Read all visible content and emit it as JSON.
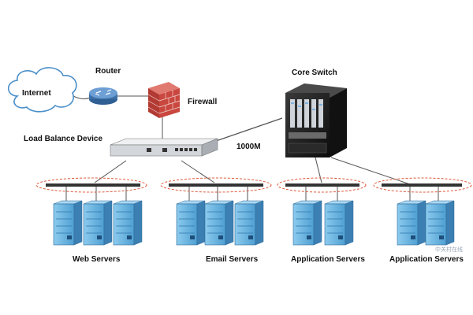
{
  "labels": {
    "internet": "Internet",
    "router": "Router",
    "firewall": "Firewall",
    "load_balance": "Load Balance Device",
    "core_switch": "Core Switch",
    "link_speed": "1000M",
    "web_servers": "Web Servers",
    "email_servers": "Email Servers",
    "application_servers_1": "Application Servers",
    "application_servers_2": "Application Servers",
    "watermark": "中关村在线"
  },
  "groups": [
    {
      "label_key": "web_servers",
      "servers": 3
    },
    {
      "label_key": "email_servers",
      "servers": 3
    },
    {
      "label_key": "application_servers_1",
      "servers": 2
    },
    {
      "label_key": "application_servers_2",
      "servers": 2
    }
  ],
  "colors": {
    "cloud_fill": "#ffffff",
    "cloud_stroke": "#4a8fc9",
    "router": "#4f7fb8",
    "firewall": "#c9473f",
    "server_front": "#6fb7e2",
    "server_side": "#3c7fb2",
    "server_top": "#a9d8f3",
    "switch_body": "#d9dde2",
    "core_switch_body": "#1c1c1c",
    "ellipse": "#e05a3a",
    "line": "#555555"
  }
}
